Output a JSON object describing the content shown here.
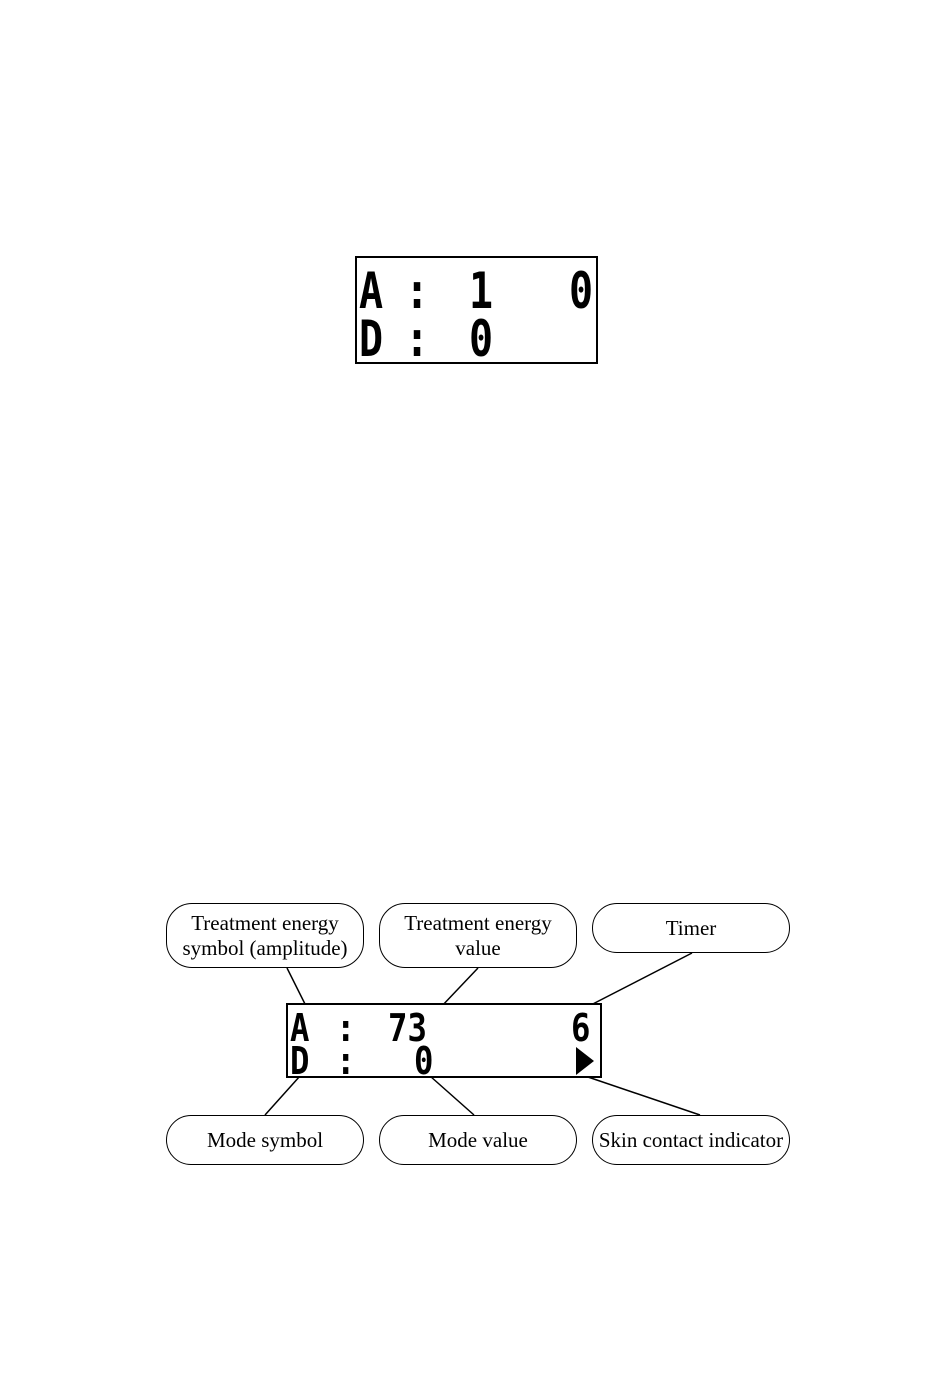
{
  "display1": {
    "row1": {
      "symbol": "A",
      "sep": ":",
      "value": "1",
      "timer": "0"
    },
    "row2": {
      "symbol": "D",
      "sep": ":",
      "value": "0"
    }
  },
  "display2": {
    "row1": {
      "symbol": "A",
      "sep": ":",
      "value": "73",
      "timer": "6"
    },
    "row2": {
      "symbol": "D",
      "sep": ":",
      "value": "0"
    },
    "skin_contact_icon": "play-triangle-icon"
  },
  "callouts": {
    "energy_symbol": [
      "Treatment energy",
      "symbol (amplitude)"
    ],
    "energy_value": [
      "Treatment energy",
      "value"
    ],
    "timer": "Timer",
    "mode_symbol": "Mode symbol",
    "mode_value": "Mode value",
    "skin_contact": "Skin contact indicator"
  }
}
